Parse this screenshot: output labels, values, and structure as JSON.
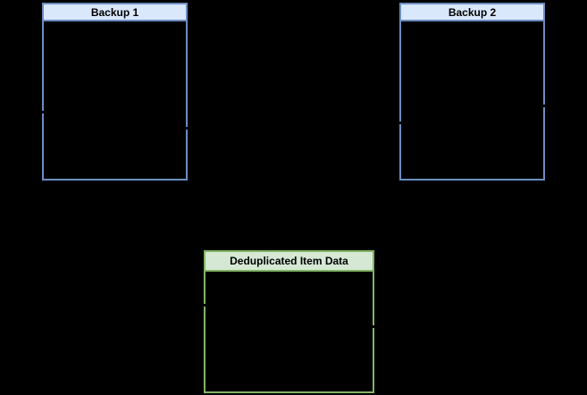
{
  "diagram": {
    "background_color": "#000000",
    "boxes": [
      {
        "id": "backup1",
        "label": "Backup 1",
        "header_fill": "#dae8fc",
        "stroke": "#6c8ebf",
        "body_fill": "#000000"
      },
      {
        "id": "backup2",
        "label": "Backup 2",
        "header_fill": "#dae8fc",
        "stroke": "#6c8ebf",
        "body_fill": "#000000"
      },
      {
        "id": "dedup",
        "label": "Deduplicated Item Data",
        "header_fill": "#d5e8d4",
        "stroke": "#82b366",
        "body_fill": "#000000"
      }
    ],
    "connector_color": "#000000"
  }
}
